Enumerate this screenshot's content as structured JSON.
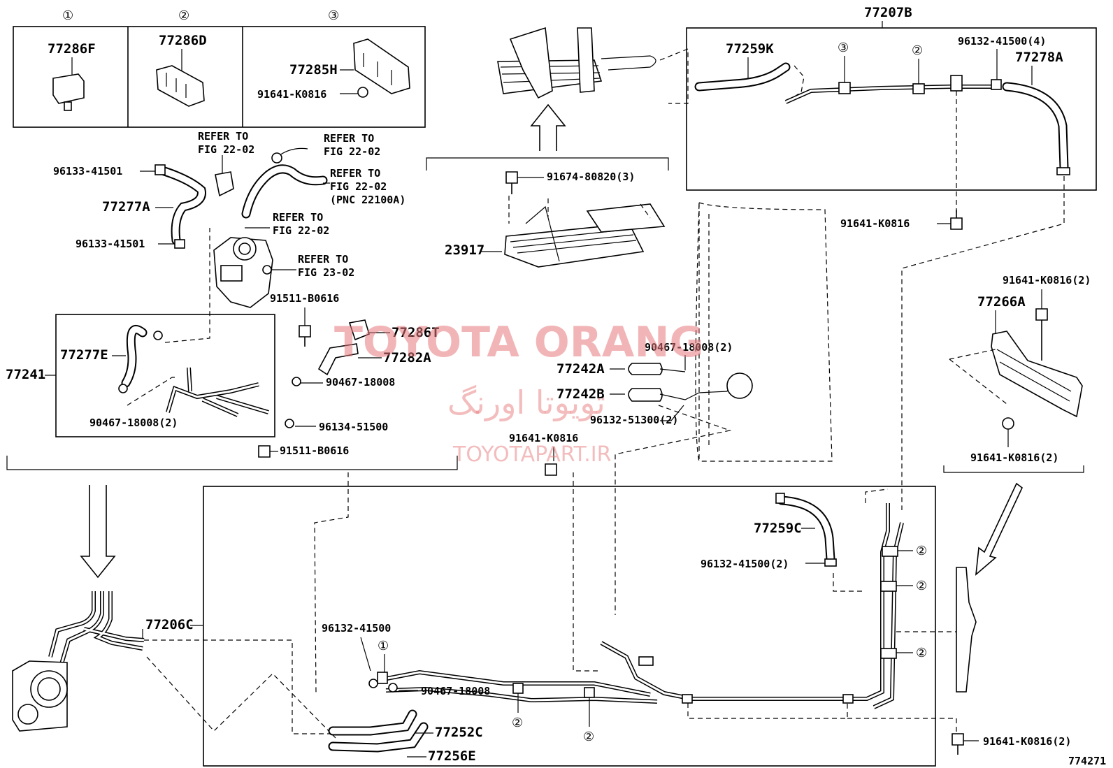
{
  "diagram": {
    "figure_number": "774271",
    "clip_types": {
      "type1": {
        "index": "①",
        "part": "77286F"
      },
      "type2": {
        "index": "②",
        "part": "77286D"
      },
      "type3": {
        "index": "③",
        "part": "77285H",
        "bolt": "91641-K0816"
      }
    },
    "parts": {
      "p77207B": "77207B",
      "p77259K": "77259K",
      "p96132_41500_4": "96132-41500(4)",
      "p77278A": "77278A",
      "p91641_K0816_a": "91641-K0816",
      "p91674_80820_3": "91674-80820(3)",
      "p23917": "23917",
      "p96133_41501_a": "96133-41501",
      "p77277A": "77277A",
      "p96133_41501_b": "96133-41501",
      "p91511_B0616_a": "91511-B0616",
      "p77286T": "77286T",
      "p77282A": "77282A",
      "p90467_18008_a": "90467-18008",
      "p96134_51500": "96134-51500",
      "p91511_B0616_b": "91511-B0616",
      "p77241": "77241",
      "p77277E": "77277E",
      "p90467_18008_2a": "90467-18008(2)",
      "p90467_18008_2b": "90467-18008(2)",
      "p77242A": "77242A",
      "p77242B": "77242B",
      "p96132_51300_2": "96132-51300(2)",
      "p91641_K0816_b": "91641-K0816",
      "p91641_K0816_2a": "91641-K0816(2)",
      "p77266A": "77266A",
      "p91641_K0816_2b": "91641-K0816(2)",
      "p77259C": "77259C",
      "p96132_41500_2": "96132-41500(2)",
      "p77206C": "77206C",
      "p96132_41500": "96132-41500",
      "p90467_18008_b": "90467-18008",
      "p77252C": "77252C",
      "p77256E": "77256E",
      "p91641_K0816_2c": "91641-K0816(2)"
    },
    "refer": {
      "r1": [
        "REFER TO",
        "FIG 22-02"
      ],
      "r2": [
        "REFER TO",
        "FIG 22-02"
      ],
      "r3": [
        "REFER TO",
        "FIG 22-02",
        "(PNC 22100A)"
      ],
      "r4": [
        "REFER TO",
        "FIG 22-02"
      ],
      "r5": [
        "REFER TO",
        "FIG 23-02"
      ]
    },
    "clip_markers": {
      "one": "①",
      "two": "②",
      "three": "③"
    },
    "watermark": {
      "brand": "TOYOTA ORANG",
      "persian": "تویوتا اورنگ",
      "url": "TOYOTAPART.IR"
    }
  }
}
